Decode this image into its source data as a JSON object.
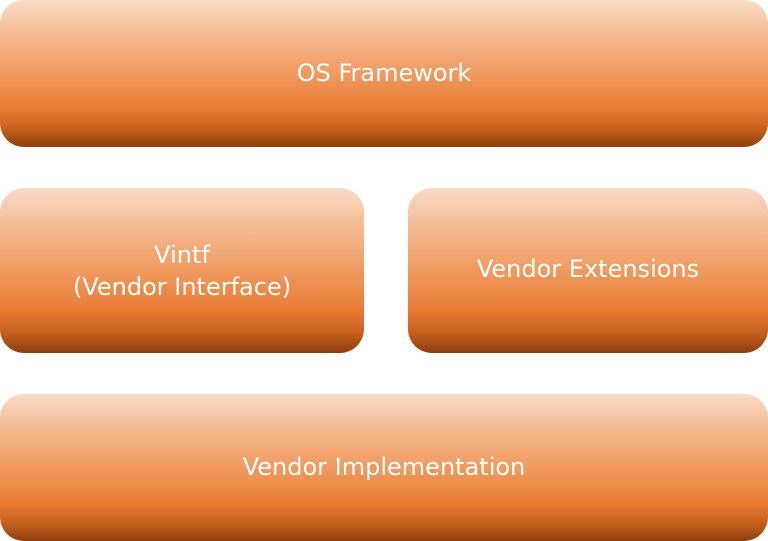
{
  "blocks": {
    "os_framework": {
      "label": "OS Framework"
    },
    "vintf": {
      "line1": "Vintf",
      "line2": "(Vendor Interface)"
    },
    "vendor_extensions": {
      "label": "Vendor Extensions"
    },
    "vendor_implementation": {
      "label": "Vendor Implementation"
    }
  },
  "colors": {
    "gradient_top": "#f9dcc8",
    "gradient_mid": "#ef9457",
    "gradient_bottom": "#8e3f0f",
    "text": "#ffffff"
  }
}
